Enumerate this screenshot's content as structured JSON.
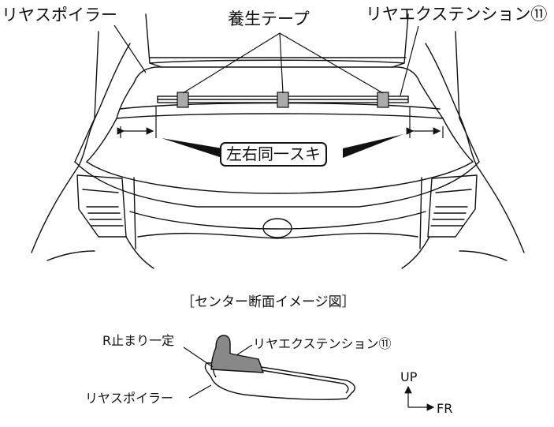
{
  "main_figure": {
    "label_rear_spoiler": "リヤスポイラー",
    "label_tape": "養生テープ",
    "label_rear_extension": "リヤエクステンション⑪",
    "label_equal_gap": "左右同一スキ"
  },
  "section_figure": {
    "title": "［センター断面イメージ図］",
    "label_r_stop": "R止まり一定",
    "label_rear_extension": "リヤエクステンション⑪",
    "label_rear_spoiler": "リヤスポイラー",
    "axis_up": "UP",
    "axis_fr": "FR"
  }
}
